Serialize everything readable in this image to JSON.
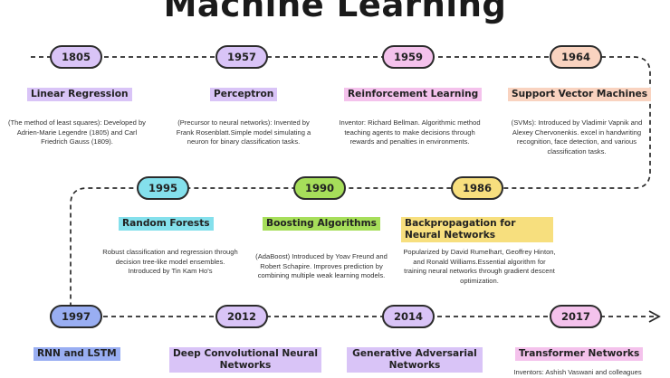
{
  "title": "Machine Learning",
  "colors": {
    "purple": "#d9c4f7",
    "pink": "#f4c2ec",
    "peach": "#f9d3c0",
    "yellow": "#f7df7e",
    "green": "#a6de5a",
    "cyan": "#84e0ec",
    "blue": "#99aef2",
    "line": "#2b2b2b"
  },
  "row1": [
    {
      "year": "1805",
      "title": "Linear Regression",
      "desc": "(The method of least squares): Developed by Adrien-Marie Legendre (1805) and Carl Friedrich Gauss (1809)."
    },
    {
      "year": "1957",
      "title": "Perceptron",
      "desc": "(Precursor to neural networks): Invented by Frank Rosenblatt.Simple model simulating a neuron for binary classification tasks."
    },
    {
      "year": "1959",
      "title": "Reinforcement Learning",
      "desc": "Inventor: Richard Bellman. Algorithmic method teaching agents to make decisions through rewards and penalties in environments."
    },
    {
      "year": "1964",
      "title": "Support Vector Machines",
      "desc": "(SVMs): Introduced by Vladimir Vapnik and Alexey Chervonenkis.  excel in handwriting recognition, face detection, and various classification tasks."
    }
  ],
  "row2": [
    {
      "year": "1995",
      "title": "Random Forests",
      "desc": "Robust classification and regression through decision tree-like model ensembles. Introduced by Tin Kam Ho's"
    },
    {
      "year": "1990",
      "title": "Boosting Algorithms",
      "desc": "(AdaBoost) Introduced by Yoav Freund and Robert Schapire. Improves prediction by combining multiple weak learning models."
    },
    {
      "year": "1986",
      "title": "Backpropagation for Neural Networks",
      "desc": "Popularized by David Rumelhart, Geoffrey Hinton, and Ronald Williams.Essential algorithm for training neural networks through gradient descent optimization."
    }
  ],
  "row3": [
    {
      "year": "1997",
      "title": "RNN and LSTM"
    },
    {
      "year": "2012",
      "title": "Deep Convolutional Neural Networks"
    },
    {
      "year": "2014",
      "title": "Generative Adversarial Networks"
    },
    {
      "year": "2017",
      "title": "Transformer Networks",
      "desc": "Inventors: Ashish Vaswani and colleagues"
    }
  ]
}
